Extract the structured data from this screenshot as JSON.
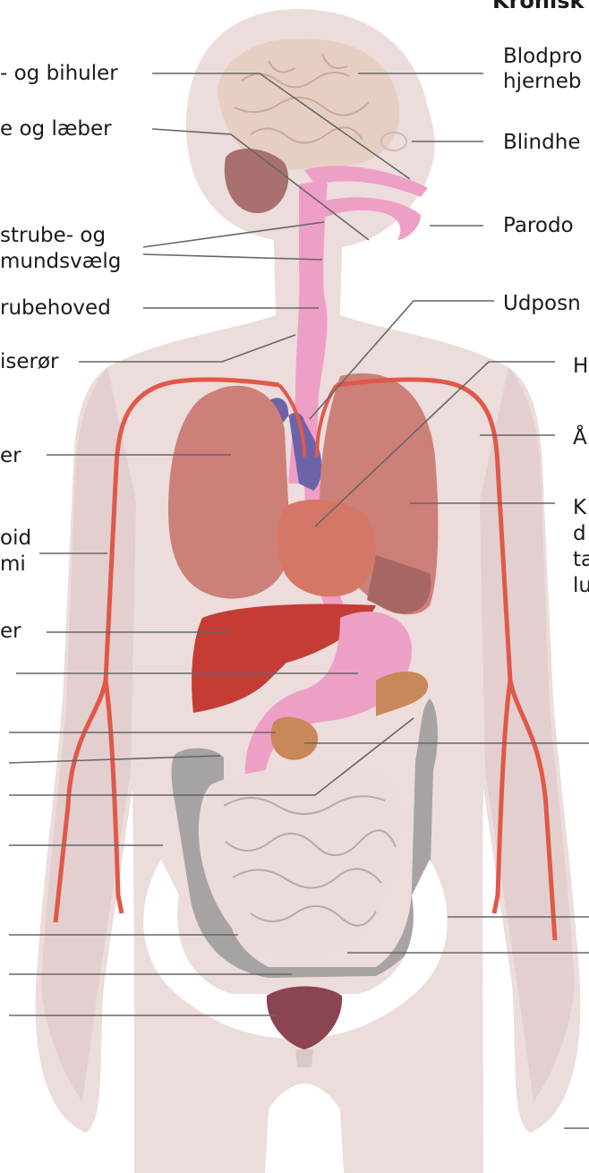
{
  "title": "Kronisk",
  "labels_left": {
    "sinuses": "- og bihuler",
    "lips": "e og læber",
    "throat_line1": "strube- og",
    "throat_line2": "mundsvælg",
    "larynx": "rubehoved",
    "esophagus": "iserør",
    "lungs": "er",
    "myeloid_line1": "oid",
    "myeloid_line2": "mi",
    "liver": "er"
  },
  "labels_right": {
    "stroke_line1": "Blodpro",
    "stroke_line2": "hjerneb",
    "blindness": "Blindhe",
    "periodontitis": "Parodo",
    "copd": "Udposn",
    "heart": "H",
    "arteries": "Å",
    "chronic_line1": "K",
    "chronic_line2": "d",
    "chronic_line3": "ta",
    "chronic_line4": "lu"
  },
  "colors": {
    "silhouette": "#ecdcdc",
    "brain": "#e6cfc2",
    "cerebellum": "#a8706e",
    "airway": "#ee9fc6",
    "lungs": "#cd8078",
    "heart": "#d57766",
    "vein": "#6d63a8",
    "artery": "#e15848",
    "liver": "#c43c34",
    "stomach": "#ee9fc6",
    "pancreas": "#c8885a",
    "colon": "#a8a3a3",
    "small_intestine": "#ebdcdc",
    "bladder": "#8c4450",
    "pelvis": "#ffffff",
    "leader_line": "#666666"
  }
}
